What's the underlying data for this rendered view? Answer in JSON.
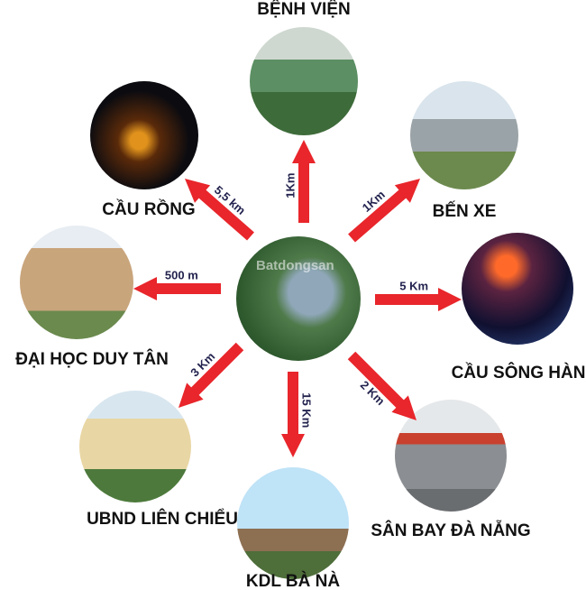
{
  "center": {
    "watermark": "Batdongsan"
  },
  "destinations": [
    {
      "name": "BỆNH VIỆN",
      "distance": "1Km"
    },
    {
      "name": "CẦU RỒNG",
      "distance": "5,5 km"
    },
    {
      "name": "BẾN XE",
      "distance": "1Km"
    },
    {
      "name": "ĐẠI HỌC DUY TÂN",
      "distance": "500 m"
    },
    {
      "name": "CẦU SÔNG HÀN",
      "distance": "5 Km"
    },
    {
      "name": "UBND LIÊN CHIỂU",
      "distance": "3 Km"
    },
    {
      "name": "KDL BÀ NÀ",
      "distance": "15 Km"
    },
    {
      "name": "SÂN BAY ĐÀ NẴNG",
      "distance": "2 Km"
    }
  ],
  "colors": {
    "arrow": "#e8262b",
    "distance_text": "#23234f",
    "label_text": "#111111"
  }
}
